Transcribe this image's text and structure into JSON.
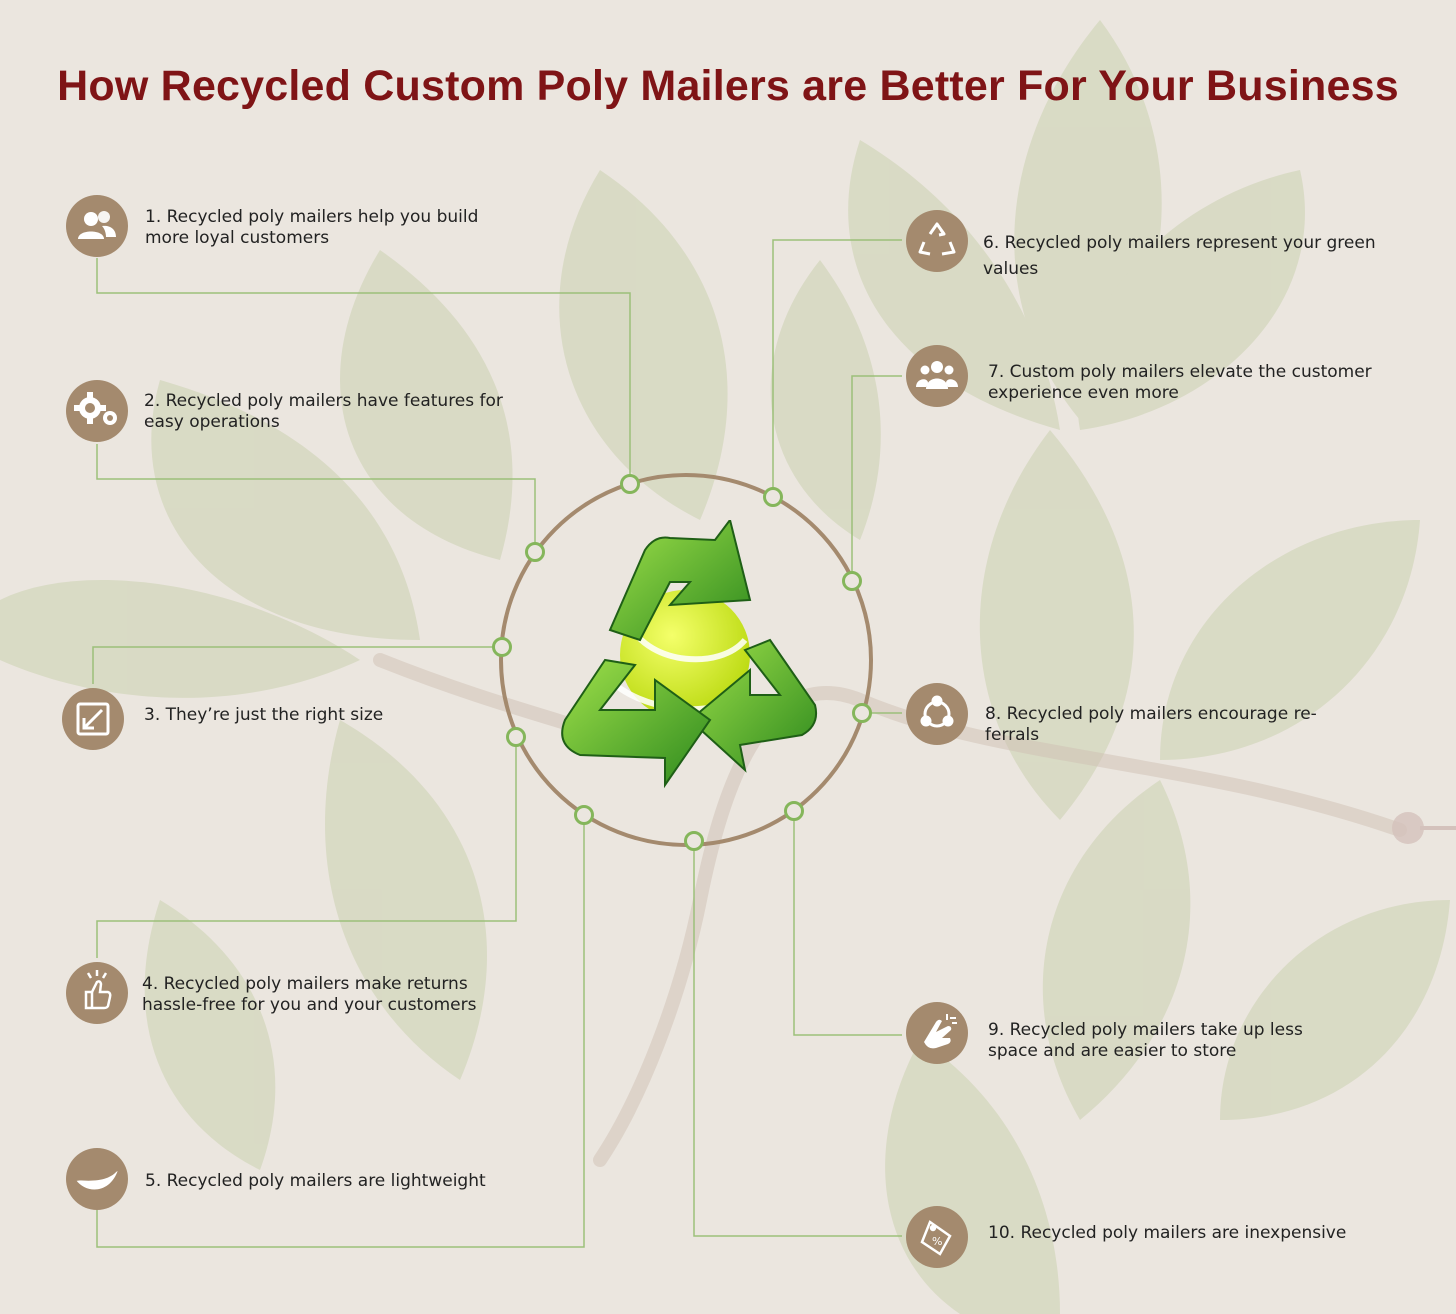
{
  "title": "How Recycled Custom Poly Mailers are Better For Your Business",
  "colors": {
    "title": "#7f1416",
    "background": "#ebe6df",
    "icon_circle": "#a48a6e",
    "connector": "#8fb86a",
    "ring": "#a48a6e"
  },
  "items": [
    {
      "text": "1. Recycled poly mailers help you build more loyal customers",
      "icon": "users-icon"
    },
    {
      "text": "2. Recycled poly mailers have features for easy operations",
      "icon": "gears-icon"
    },
    {
      "text": "3. They’re just the right size",
      "icon": "resize-icon"
    },
    {
      "text": "4. Recycled poly mailers make returns hassle-free for you and your customers",
      "icon": "thumbs-up-icon"
    },
    {
      "text": "5. Recycled poly mailers are lightweight",
      "icon": "feather-icon"
    },
    {
      "text": "6. Recycled poly mailers represent your green values",
      "icon": "recycle-icon"
    },
    {
      "text": "7. Custom poly mailers elevate the customer experience even more",
      "icon": "group-icon"
    },
    {
      "text": "8. Recycled poly mailers encourage re-ferrals",
      "icon": "network-icon"
    },
    {
      "text": "9. Recycled poly mailers take up less space and are easier to store",
      "icon": "hand-icon"
    },
    {
      "text": "10. Recycled poly mailers are inexpensive",
      "icon": "price-tag-icon"
    }
  ]
}
